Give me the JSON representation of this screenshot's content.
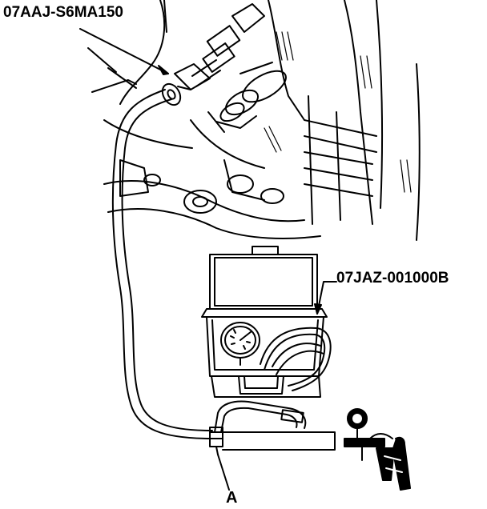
{
  "labels": {
    "tool_top": "07AAJ-S6MA150",
    "tool_kit": "07JAZ-001000B",
    "point_a": "A"
  },
  "colors": {
    "ink": "#000000",
    "paper": "#ffffff"
  }
}
